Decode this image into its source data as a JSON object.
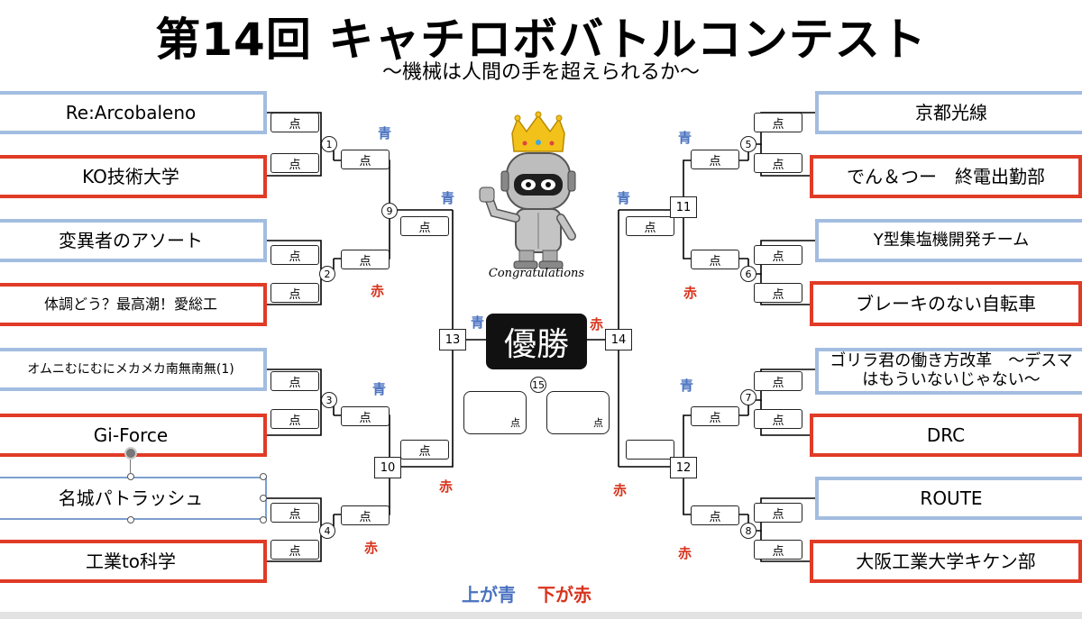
{
  "title": "第14回 キャチロボバトルコンテスト",
  "subtitle": "〜機械は人間の手を超えられるか〜",
  "point_label": "点",
  "champion_label": "優勝",
  "congrats_text": "Congratulations",
  "legend": {
    "top_blue": "上が青",
    "bottom_red": "下が赤"
  },
  "colors": {
    "blue_border": "#a3bde0",
    "red_border": "#e03b26",
    "blue_text": "#4a72c0",
    "red_text": "#d8341e"
  },
  "teams": {
    "left": [
      "Re:Arcobaleno",
      "KO技術大学",
      "変異者のアソート",
      "体調どう？最高潮！愛総工",
      "オムニむにむにメカメカ南無南無(1)",
      "Gi-Force",
      "名城パトラッシュ",
      "工業to科学"
    ],
    "right": [
      "京都光線",
      "でん＆つー　終電出勤部",
      "Y型集塩機開発チーム",
      "ブレーキのない自転車",
      "ゴリラ君の働き方改革　〜デスマはもういないじゃない〜",
      "DRC",
      "ROUTE",
      "大阪工業大学キケン部"
    ]
  },
  "match_numbers": {
    "m1": "1",
    "m2": "2",
    "m3": "3",
    "m4": "4",
    "m5": "5",
    "m6": "6",
    "m7": "7",
    "m8": "8",
    "m9": "9",
    "m10": "10",
    "m11": "11",
    "m12": "12",
    "m13": "13",
    "m14": "14",
    "m15": "15"
  },
  "side_labels": {
    "blue": "青",
    "red": "赤"
  },
  "icons": {
    "crown": "crown-icon",
    "robot": "robot-mascot-icon"
  }
}
